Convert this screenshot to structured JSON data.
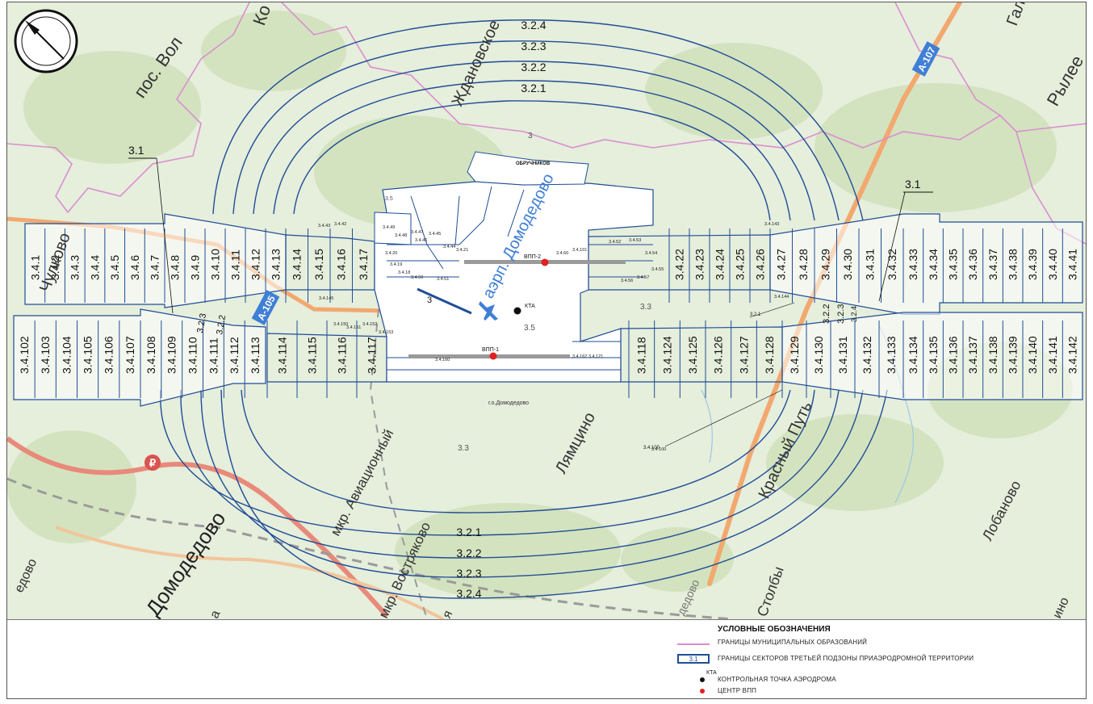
{
  "map": {
    "place_labels": {
      "pos_volodarskogo": "пос. Вол",
      "kolychevo": "Ко",
      "zhdanovskoe": "Ждановское",
      "galchino": "Гал",
      "ryleevo": "Рылее",
      "chelkovo": "Чулково",
      "airport": "аэрп. Домодедово",
      "domodedovo": "Домодедово",
      "lyamtsino": "Лямцино",
      "krasny_put": "Красный Путь",
      "lobanovo": "Лобаново",
      "mkr_aviatsionny": "мкр. Авиационный",
      "mkr_vostryakovo": "мкр. Востряково",
      "stolby": "Столбы",
      "domodedovo_small": "дедово",
      "edovo": "едово",
      "dedovo_bottom": "дедово",
      "ino": "ино",
      "ya": "я",
      "a_left": "а",
      "go_domodedovo": "г.о.Домодедово",
      "obruchnikovo": "ОБРУЧНИКОВ"
    },
    "road_labels": {
      "a107": "А-107",
      "a105": "А-105"
    },
    "zone_labels": {
      "z3_top": "3",
      "z3_small": "3",
      "z35_top": "3.5",
      "z35_center": "3.5",
      "z33_right": "3.3",
      "z33_bottom": "3.3"
    },
    "ring_labels_top": [
      "3.2.4",
      "3.2.3",
      "3.2.2",
      "3.2.1"
    ],
    "ring_labels_bottom": [
      "3.2.1",
      "3.2.2",
      "3.2.3",
      "3.2.4"
    ],
    "callouts": {
      "left": "3.1",
      "right": "3.1",
      "c321": "3.2.1",
      "c34100": "3.4.100"
    },
    "sector_labels_upper": [
      "3.4.1",
      "3.4.2",
      "3.4.3",
      "3.4.4",
      "3.4.5",
      "3.4.6",
      "3.4.7",
      "3.4.8",
      "3.4.9",
      "3.4.10",
      "3.4.11",
      "3.4.12",
      "3.4.13",
      "3.4.14",
      "3.4.15",
      "3.4.16",
      "3.4.17",
      "3.4.22",
      "3.4.23",
      "3.4.24",
      "3.4.25",
      "3.4.26",
      "3.4.27",
      "3.4.28",
      "3.4.29",
      "3.4.30",
      "3.4.31",
      "3.4.32",
      "3.4.33",
      "3.4.34",
      "3.4.35",
      "3.4.36",
      "3.4.37",
      "3.4.38",
      "3.4.39",
      "3.4.40",
      "3.4.41"
    ],
    "sector_labels_lower": [
      "3.4.102",
      "3.4.103",
      "3.4.104",
      "3.4.105",
      "3.4.106",
      "3.4.107",
      "3.4.108",
      "3.4.109",
      "3.4.110",
      "3.4.111",
      "3.4.112",
      "3.4.113",
      "3.4.114",
      "3.4.115",
      "3.4.116",
      "3.4.117",
      "3.4.118",
      "3.4.124",
      "3.4.125",
      "3.4.126",
      "3.4.127",
      "3.4.128",
      "3.4.129",
      "3.4.130",
      "3.4.131",
      "3.4.132",
      "3.4.133",
      "3.4.134",
      "3.4.135",
      "3.4.136",
      "3.4.137",
      "3.4.138",
      "3.4.139",
      "3.4.140",
      "3.4.141",
      "3.4.142"
    ],
    "mid_labels": [
      "3.2.3",
      "3.2.2",
      "3.2.2",
      "3.2.3",
      "3.2.4"
    ],
    "runway_labels": {
      "vpp2": "ВПП-2",
      "vpp1": "ВПП-1",
      "kta": "КТА"
    },
    "tiny_labels": [
      "3.4.43",
      "3.4.42",
      "3.4.49",
      "3.4.48",
      "3.4.47",
      "3.4.46",
      "3.4.45",
      "3.4.44",
      "3.4.21",
      "3.4.20",
      "3.4.19",
      "3.4.18",
      "3.4.50",
      "3.4.51",
      "3.4.52",
      "3.4.53",
      "3.4.54",
      "3.4.55",
      "3.4.56",
      "3.4.57",
      "3.4.60",
      "3.4.101",
      "3.4.143",
      "3.4.144",
      "3.4.145",
      "3.4.150",
      "3.4.151",
      "3.4.152",
      "3.4.153",
      "3.4.121",
      "3.4.100",
      "3.4.160",
      "3.4.162"
    ]
  },
  "legend": {
    "title": "УСЛОВНЫЕ ОБОЗНАЧЕНИЯ",
    "items": [
      {
        "text": "ГРАНИЦЫ МУНИЦИПАЛЬНЫХ ОБРАЗОВАНИЙ"
      },
      {
        "text": "ГРАНИЦЫ СЕКТОРОВ ТРЕТЬЕЙ ПОДЗОНЫ ПРИАЭРОДРОМНОЙ ТЕРРИТОРИИ",
        "box_label": "3.1"
      },
      {
        "text": "КОНТРОЛЬНАЯ ТОЧКА АЭРОДРОМА",
        "marker_label": "КТА"
      },
      {
        "text": "ЦЕНТР ВПП"
      }
    ]
  },
  "colors": {
    "map_bg": "#e6eedc",
    "green_patch": "#cfe0b8",
    "zone_line": "#1f4e96",
    "municipal": "#d98fd0",
    "road_orange": "#f2a86e",
    "road_red": "#e88a7a",
    "rail": "#9a9a9a",
    "runway": "#9a9a9a",
    "runway_center": "#e02020",
    "kta": "#111111"
  }
}
